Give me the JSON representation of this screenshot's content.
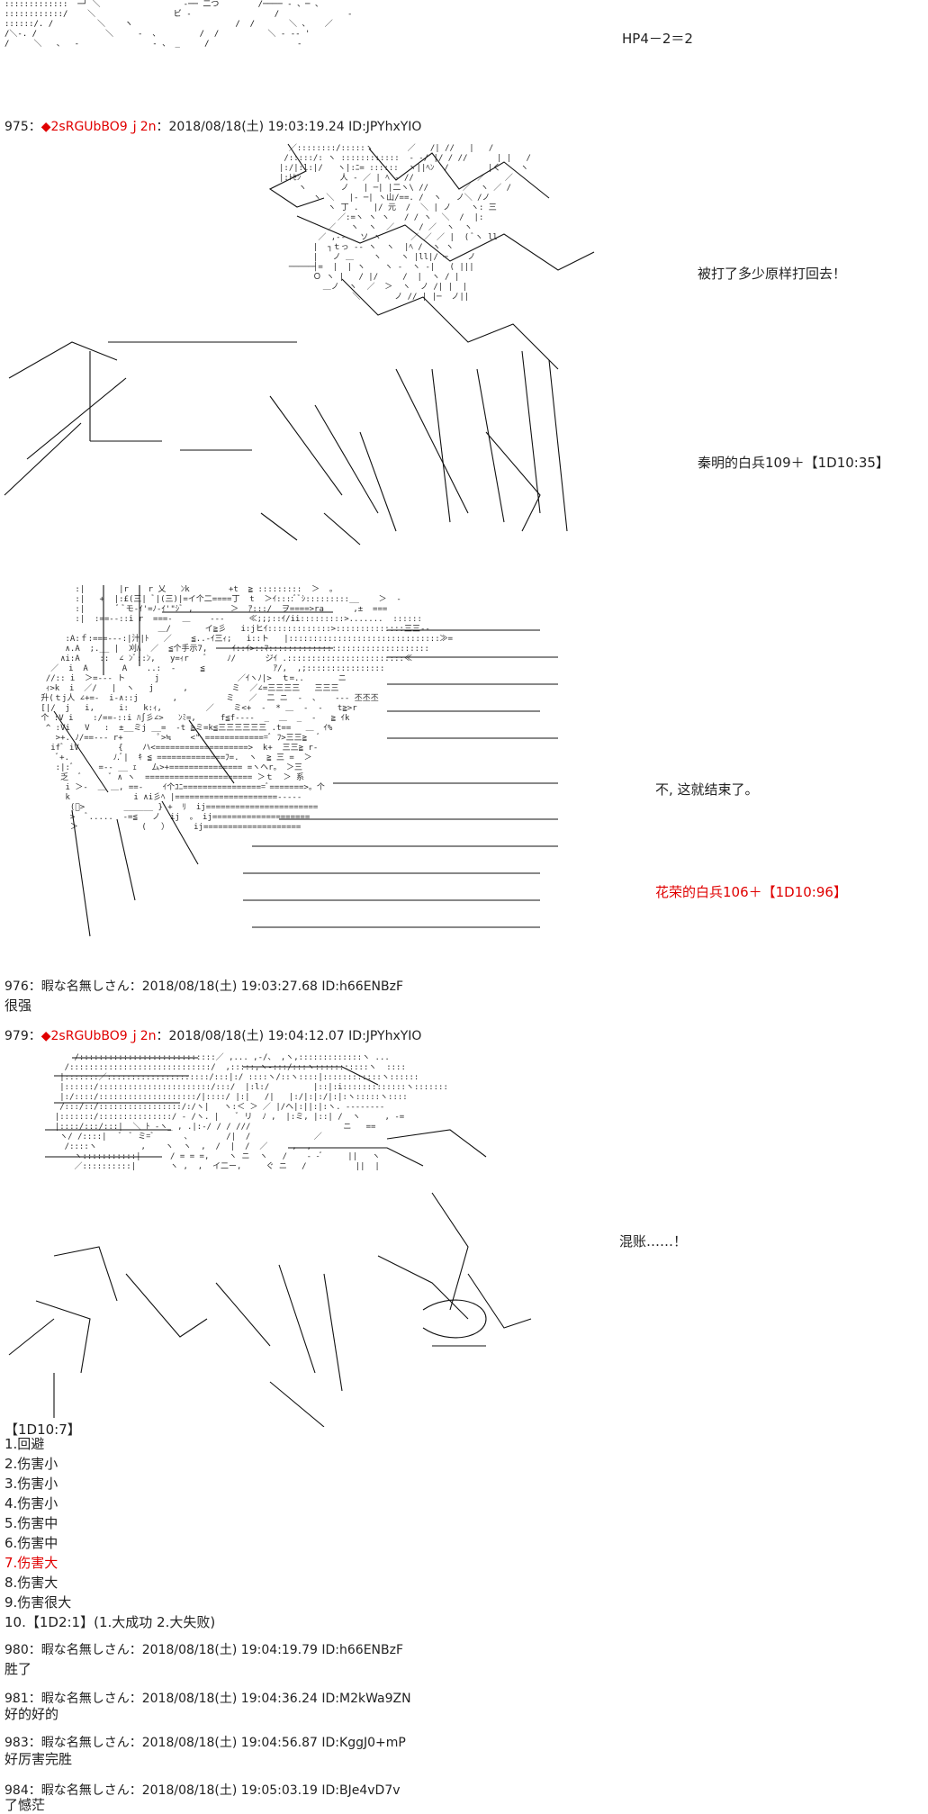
{
  "top": {
    "status": "HP4－2＝2"
  },
  "posts": [
    {
      "id": "p975",
      "header": {
        "num": "975：",
        "diamond": "◆",
        "trip": "2sRGUbBO9ｊ2n",
        "meta": "：2018/08/18(土) 19:03:19.24 ID:JPYhxYIO"
      },
      "lines": [
        {
          "text": "被打了多少原样打回去！",
          "red": false
        },
        {
          "text": "秦明的白兵109＋【1D10:35】",
          "red": false
        },
        {
          "text": "不, 这就结束了。",
          "red": false
        },
        {
          "text": "花荣的白兵106＋【1D10:96】",
          "red": true
        }
      ]
    },
    {
      "id": "p976",
      "header": {
        "num": "976：",
        "name": "暇な名無しさん",
        "meta": "：2018/08/18(土) 19:03:27.68 ID:h66ENBzF"
      },
      "lines": [
        {
          "text": "很强",
          "red": false
        }
      ]
    },
    {
      "id": "p979",
      "header": {
        "num": "979：",
        "diamond": "◆",
        "trip": "2sRGUbBO9ｊ2n",
        "meta": "：2018/08/18(土) 19:04:12.07 ID:JPYhxYIO"
      },
      "lines": [
        {
          "text": "混账……！",
          "red": false
        }
      ],
      "roll_table": [
        {
          "text": "【1D10:7】",
          "red": false
        },
        {
          "text": "1.回避",
          "red": false
        },
        {
          "text": "2.伤害小",
          "red": false
        },
        {
          "text": "3.伤害小",
          "red": false
        },
        {
          "text": "4.伤害小",
          "red": false
        },
        {
          "text": "5.伤害中",
          "red": false
        },
        {
          "text": "6.伤害中",
          "red": false
        },
        {
          "text": "7.伤害大",
          "red": true
        },
        {
          "text": "8.伤害大",
          "red": false
        },
        {
          "text": "9.伤害很大",
          "red": false
        },
        {
          "text": "10.【1D2:1】(1.大成功  2.大失败)",
          "red": false
        }
      ]
    },
    {
      "id": "p980",
      "header": {
        "num": "980：",
        "name": "暇な名無しさん",
        "meta": "：2018/08/18(土) 19:04:19.79 ID:h66ENBzF"
      },
      "lines": [
        {
          "text": "胜了",
          "red": false
        }
      ]
    },
    {
      "id": "p981",
      "header": {
        "num": "981：",
        "name": "暇な名無しさん",
        "meta": "：2018/08/18(土) 19:04:36.24 ID:M2kWa9ZN"
      },
      "lines": [
        {
          "text": "好的好的",
          "red": false
        }
      ]
    },
    {
      "id": "p983",
      "header": {
        "num": "983：",
        "name": "暇な名無しさん",
        "meta": "：2018/08/18(土) 19:04:56.87 ID:KggJ0+mP"
      },
      "lines": [
        {
          "text": "好厉害完胜",
          "red": false
        }
      ]
    },
    {
      "id": "p984",
      "header": {
        "num": "984：",
        "name": "暇な名無しさん",
        "meta": "：2018/08/18(土) 19:05:03.19 ID:BJe4vD7v"
      },
      "lines": [
        {
          "text": "了憾茫",
          "red": false
        }
      ]
    }
  ]
}
